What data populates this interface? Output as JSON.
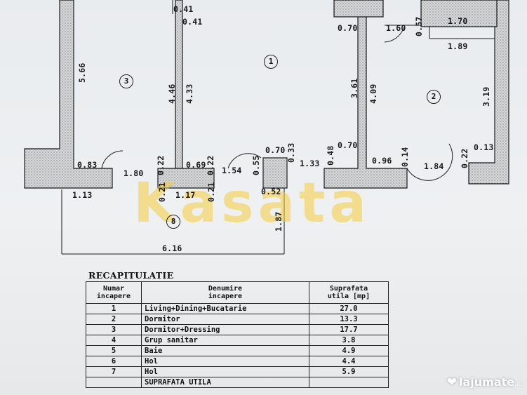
{
  "plan": {
    "room_markers": [
      "1",
      "2",
      "3",
      "8"
    ],
    "dimensions": {
      "d041a": "0.41",
      "d041b": "0.41",
      "d566": "5.66",
      "d446": "4.46",
      "d433": "4.33",
      "d083": "0.83",
      "d180": "1.80",
      "d022a": "0.22",
      "d069": "0.69",
      "d022b": "0.22",
      "d154": "1.54",
      "d055": "0.55",
      "d070a": "0.70",
      "d033": "0.33",
      "d133": "1.33",
      "d048": "0.48",
      "d070b": "0.70",
      "d096": "0.96",
      "d014": "0.14",
      "d184": "1.84",
      "d022c": "0.22",
      "d013": "0.13",
      "d113": "1.13",
      "d021a": "0.21",
      "d117": "1.17",
      "d021b": "0.21",
      "d052": "0.52",
      "d187": "1.87",
      "d616": "6.16",
      "d070c": "0.70",
      "d160": "1.60",
      "d057": "0.57",
      "d170": "1.70",
      "d189": "1.89",
      "d361": "3.61",
      "d409": "4.09",
      "d319": "3.19"
    },
    "watermark": "Kasata"
  },
  "recap": {
    "title": "RECAPITULATIE",
    "headers": {
      "number": [
        "Numar",
        "incapere"
      ],
      "name": [
        "Denumire",
        "incapere"
      ],
      "area": [
        "Suprafata",
        "utila [mp]"
      ]
    },
    "rows": [
      {
        "n": "1",
        "name": "Living+Dining+Bucatarie",
        "area": "27.0"
      },
      {
        "n": "2",
        "name": "Dormitor",
        "area": "13.3"
      },
      {
        "n": "3",
        "name": "Dormitor+Dressing",
        "area": "17.7"
      },
      {
        "n": "4",
        "name": "Grup sanitar",
        "area": "3.8"
      },
      {
        "n": "5",
        "name": "Baie",
        "area": "4.9"
      },
      {
        "n": "6",
        "name": "Hol",
        "area": "4.4"
      },
      {
        "n": "7",
        "name": "Hol",
        "area": "5.9"
      }
    ],
    "footer": "SUPRAFATA UTILA"
  },
  "brand": {
    "name": "lajumate",
    "suffix": ".ro",
    "icon": "heart-icon"
  },
  "colors": {
    "wall_fill": "#c9cbcd",
    "line": "#1a1a1a",
    "watermark": "#f5cd3c"
  }
}
